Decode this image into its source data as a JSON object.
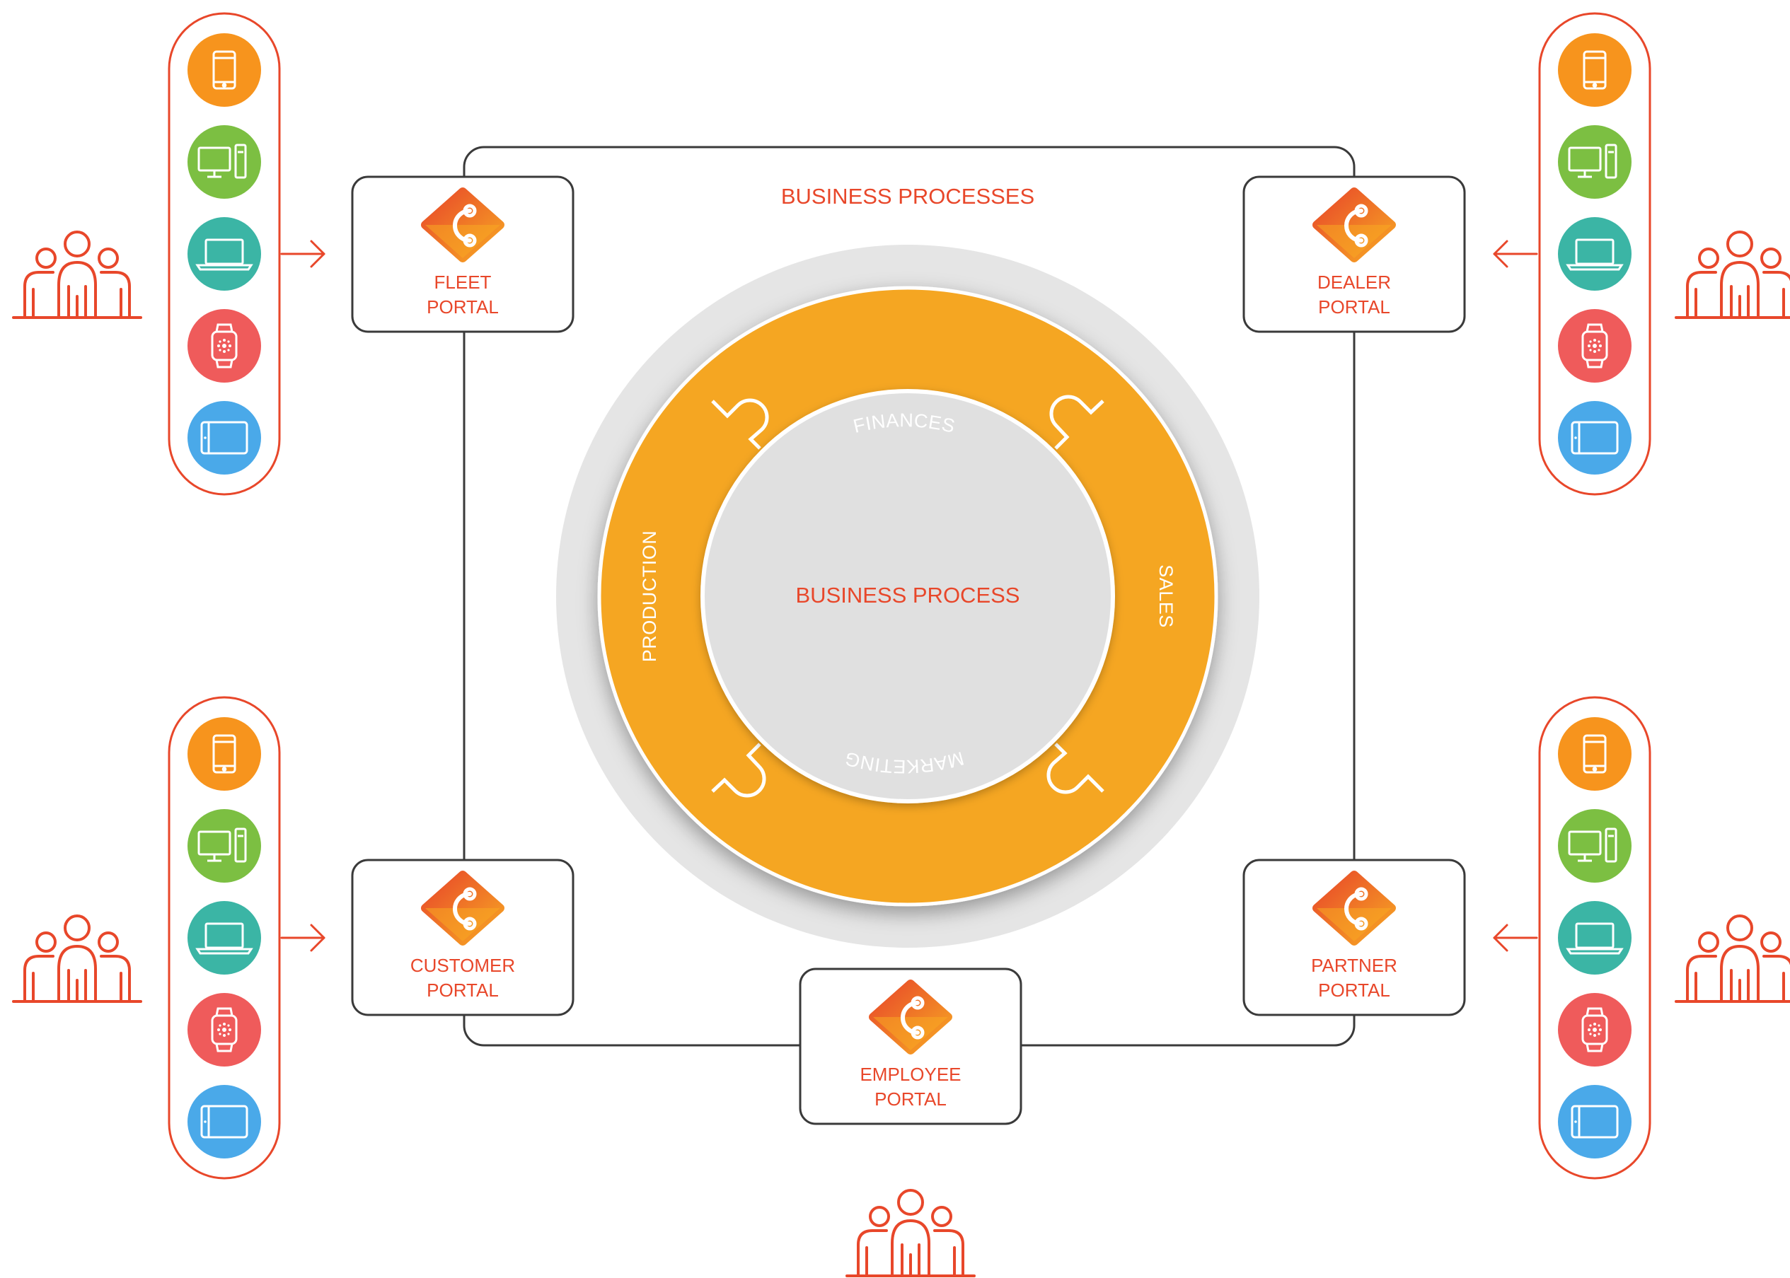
{
  "colors": {
    "accent": "#e8472a",
    "ring": "#f5a623",
    "halo": "#e5e5e5",
    "core": "#e0e0e0",
    "border": "#3a3a3a",
    "device_orange": "#f7941d",
    "device_green": "#7cbf42",
    "device_teal": "#3bb5a5",
    "device_red": "#ef5b5b",
    "device_blue": "#4aa9e9"
  },
  "title": "BUSINESS PROCESSES",
  "center": {
    "label": "BUSINESS PROCESS",
    "segments": [
      "FINANCES",
      "SALES",
      "MARKETING",
      "PRODUCTION"
    ]
  },
  "portals": [
    {
      "key": "fleet",
      "line1": "FLEET",
      "line2": "PORTAL"
    },
    {
      "key": "dealer",
      "line1": "DEALER",
      "line2": "PORTAL"
    },
    {
      "key": "customer",
      "line1": "CUSTOMER",
      "line2": "PORTAL"
    },
    {
      "key": "partner",
      "line1": "PARTNER",
      "line2": "PORTAL"
    },
    {
      "key": "employee",
      "line1": "EMPLOYEE",
      "line2": "PORTAL"
    }
  ],
  "device_icons": [
    "smartphone-icon",
    "desktop-icon",
    "laptop-icon",
    "smartwatch-icon",
    "tablet-icon"
  ]
}
